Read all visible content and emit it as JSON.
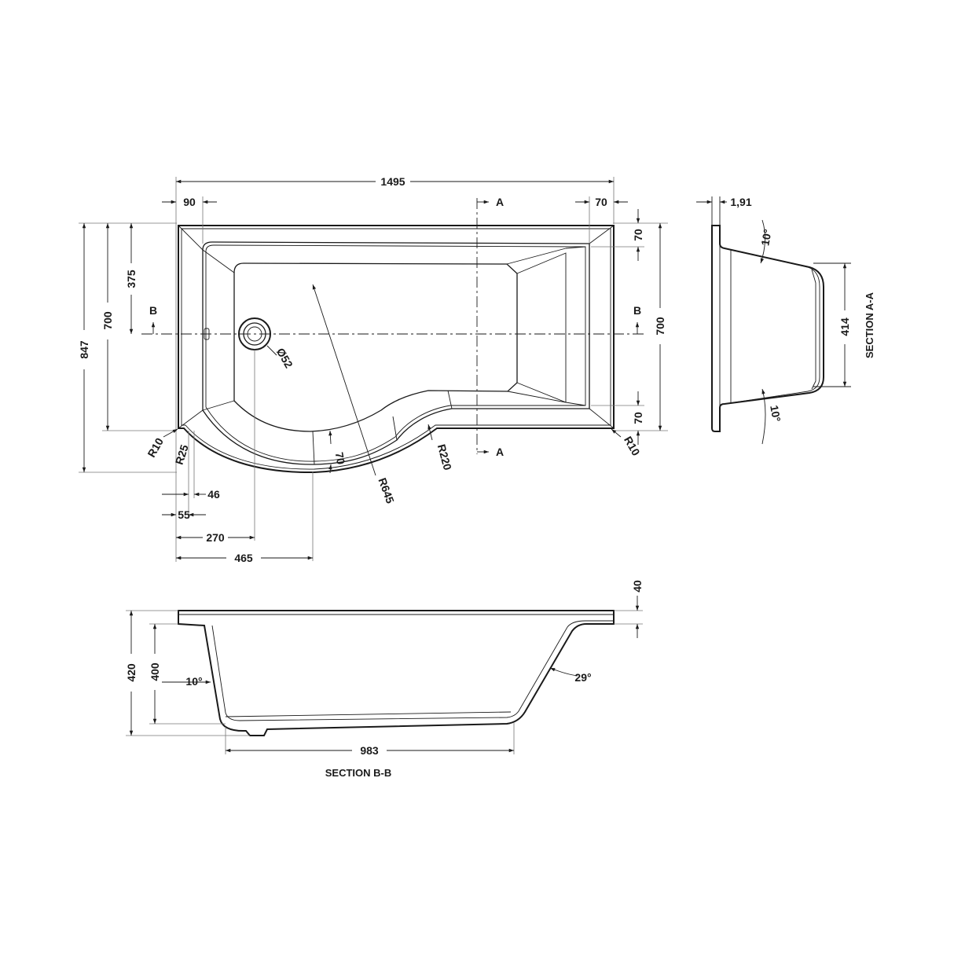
{
  "plan": {
    "overall_length": "1495",
    "left_rim": "90",
    "right_rim": "70",
    "section_a_top": "A",
    "section_a_bottom": "A",
    "section_b_left": "B",
    "section_b_right": "B",
    "overall_width": "847",
    "width_700_left": "700",
    "width_700_right": "700",
    "waste_offset": "375",
    "rim_top_right": "70",
    "rim_bottom_right": "70",
    "waste_diameter": "Ø52",
    "radius_r10_left": "R10",
    "radius_r25": "R25",
    "rim_curve": "70",
    "radius_r645": "R645",
    "radius_r220": "R220",
    "radius_r10_right": "R10",
    "dim_46": "46",
    "dim_55": "55",
    "dim_270": "270",
    "dim_465": "465"
  },
  "section_aa": {
    "title": "SECTION A-A",
    "rim_thickness": "1,91",
    "angle_top": "10°",
    "angle_bottom": "10°",
    "depth": "414"
  },
  "section_bb": {
    "title": "SECTION B-B",
    "rim_height": "40",
    "total_height": "420",
    "inner_height": "400",
    "angle_left": "10°",
    "angle_right": "29°",
    "base_length": "983"
  }
}
